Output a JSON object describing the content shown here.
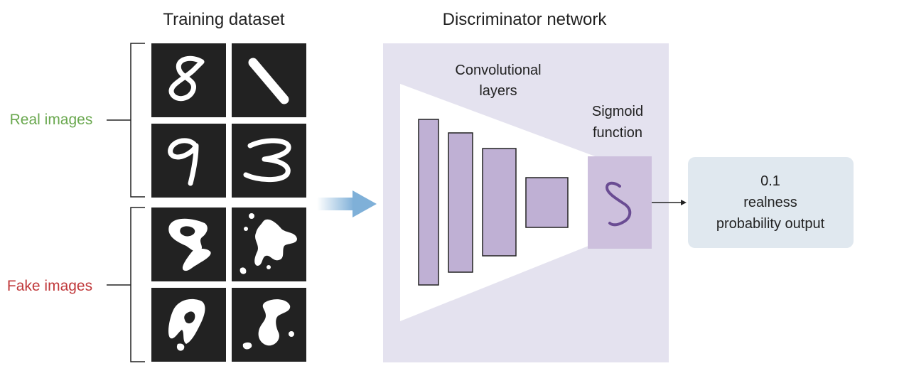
{
  "labels": {
    "training_dataset": "Training dataset",
    "discriminator_network": "Discriminator network",
    "real_images": "Real images",
    "fake_images": "Fake images",
    "conv_layers_line1": "Convolutional",
    "conv_layers_line2": "layers",
    "sigmoid_line1": "Sigmoid",
    "sigmoid_line2": "function",
    "output_value": "0.1",
    "output_line2": "realness",
    "output_line3": "probability output"
  },
  "colors": {
    "real_label": "#6aa84f",
    "fake_label": "#c0393b",
    "network_bg": "#e4e2ef",
    "layer_fill": "#bfb0d4",
    "sigmoid_bg": "#cdc0dd",
    "sigmoid_curve": "#6a4c93",
    "output_box": "#e0e8ef",
    "arrow_blue": "#7fb0d8",
    "tile_bg": "#222222"
  },
  "icons": {
    "digit_tiles": [
      "8",
      "1",
      "9",
      "3"
    ],
    "fake_tiles": [
      "fake-blob-1",
      "fake-blob-2",
      "fake-blob-3",
      "fake-blob-4"
    ]
  }
}
